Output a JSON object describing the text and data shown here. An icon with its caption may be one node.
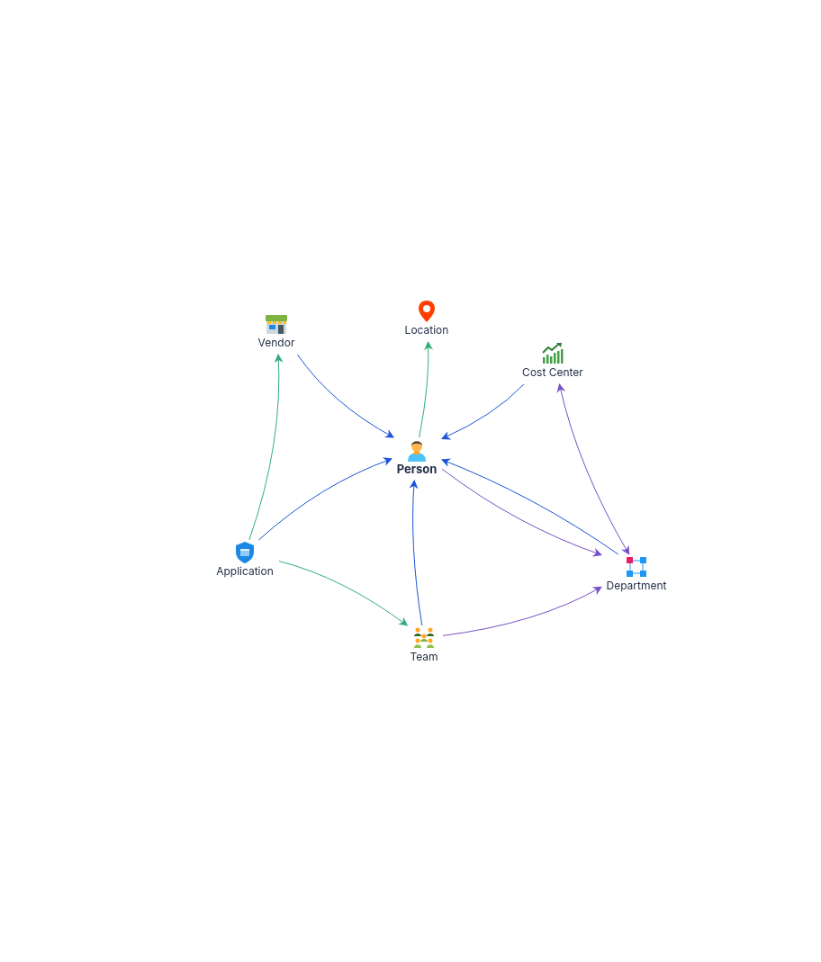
{
  "diagram": {
    "nodes": [
      {
        "text": [
          "Vendor"
        ]
      },
      {
        "text": [
          "Location"
        ]
      },
      {
        "text": [
          "Cost Center"
        ]
      },
      {
        "text": [
          "Person"
        ]
      },
      {
        "text": [
          "Application"
        ]
      },
      {
        "text": [
          "Department"
        ]
      },
      {
        "text": [
          "Team"
        ]
      }
    ],
    "edges": [
      {
        "from": 0,
        "to": 3,
        "arrow": "to"
      },
      {
        "from": 3,
        "to": 1,
        "arrow": "to",
        "color": "#2fae7a"
      },
      {
        "from": 2,
        "to": 3,
        "arrow": "to"
      },
      {
        "from": 4,
        "to": 3,
        "arrow": "to"
      },
      {
        "from": 4,
        "to": 0,
        "arrow": "to",
        "color": "#2fae7a"
      },
      {
        "from": 4,
        "to": 6,
        "arrow": "to",
        "color": "#2fae7a"
      },
      {
        "from": 6,
        "to": 3,
        "arrow": "to"
      },
      {
        "from": 3,
        "to": 5,
        "arrow": "to",
        "color": "#7650c8"
      },
      {
        "from": 5,
        "to": 3,
        "arrow": "to"
      },
      {
        "from": 5,
        "to": 2,
        "arrow": "both",
        "color": "#7650c8"
      },
      {
        "from": 6,
        "to": 5,
        "arrow": "to",
        "color": "#7650c8"
      }
    ]
  }
}
